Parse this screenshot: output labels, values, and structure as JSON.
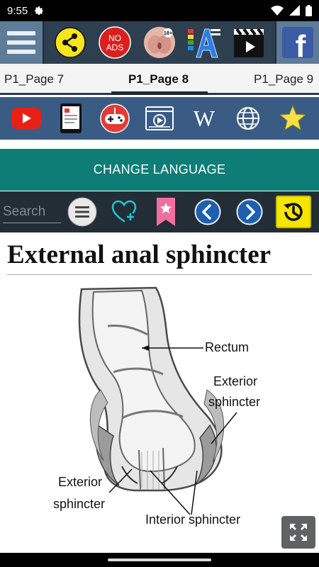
{
  "status_bar": {
    "time": "9:55"
  },
  "tabs": [
    {
      "label": "P1_Page 7",
      "active": false
    },
    {
      "label": "P1_Page 8",
      "active": true
    },
    {
      "label": "P1_Page 9",
      "active": false
    }
  ],
  "toolbar": {
    "no_ads_label_1": "NO",
    "no_ads_label_2": "ADS",
    "adult_badge": "18+",
    "fb_letter": "f"
  },
  "media_bar": {
    "wikipedia_letter": "W"
  },
  "change_language_label": "CHANGE LANGUAGE",
  "search": {
    "placeholder": "Search",
    "value": ""
  },
  "article": {
    "title": "External anal sphincter",
    "figure_labels": {
      "rectum": "Rectum",
      "exterior_right_1": "Exterior",
      "exterior_right_2": "sphincter",
      "exterior_left_1": "Exterior",
      "exterior_left_2": "sphincter",
      "interior": "Interior sphincter"
    }
  },
  "colors": {
    "top_toolbar": "#2e3f50",
    "media_bar": "#3a5c84",
    "change_language": "#0d7d76",
    "search_bar": "#222d35",
    "history_button": "#f4e600"
  }
}
